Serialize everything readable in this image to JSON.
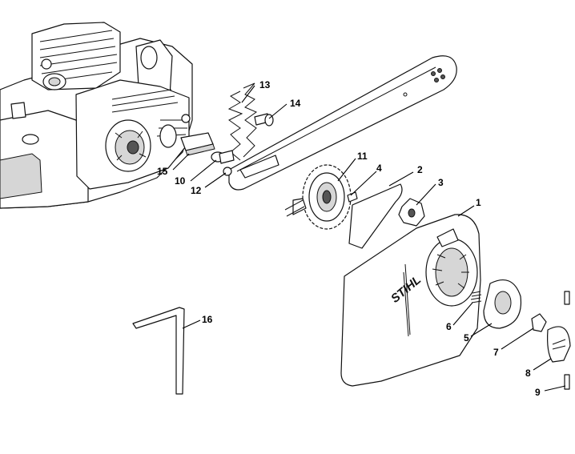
{
  "diagram": {
    "brand_mark": "STIHL",
    "callouts": [
      {
        "id": "c1",
        "label": "1"
      },
      {
        "id": "c2",
        "label": "2"
      },
      {
        "id": "c3",
        "label": "3"
      },
      {
        "id": "c4",
        "label": "4"
      },
      {
        "id": "c5",
        "label": "5"
      },
      {
        "id": "c6",
        "label": "6"
      },
      {
        "id": "c7",
        "label": "7"
      },
      {
        "id": "c8",
        "label": "8"
      },
      {
        "id": "c9",
        "label": "9"
      },
      {
        "id": "c10",
        "label": "10"
      },
      {
        "id": "c11",
        "label": "11"
      },
      {
        "id": "c12",
        "label": "12"
      },
      {
        "id": "c13",
        "label": "13"
      },
      {
        "id": "c14",
        "label": "14"
      },
      {
        "id": "c15",
        "label": "15"
      },
      {
        "id": "c16",
        "label": "16"
      }
    ]
  }
}
